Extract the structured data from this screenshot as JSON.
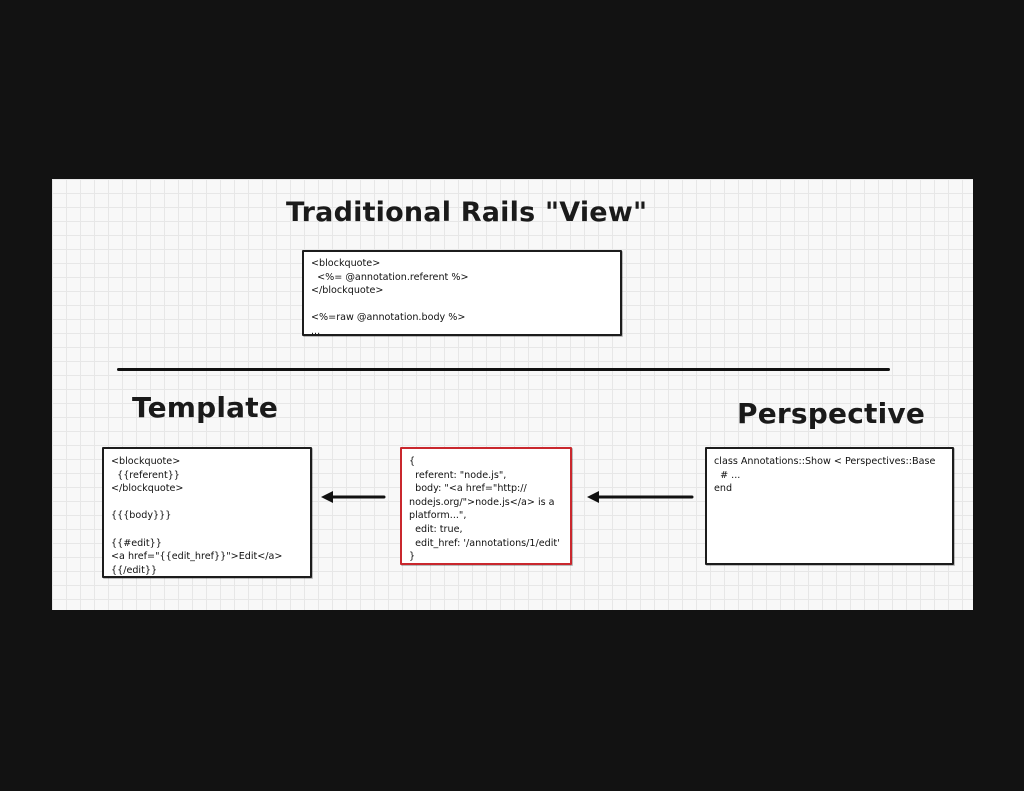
{
  "diagram": {
    "top_title": "Traditional Rails \"View\"",
    "view_code": "<blockquote>\n  <%= @annotation.referent %>\n</blockquote>\n\n<%=raw @annotation.body %>\n...",
    "template": {
      "title": "Template",
      "code": "<blockquote>\n  {{referent}}\n</blockquote>\n\n{{{body}}}\n\n{{#edit}}\n<a href=\"{{edit_href}}\">Edit</a>\n{{/edit}}"
    },
    "data": {
      "code": "{\n  referent: \"node.js\",\n  body: \"<a href=\"http://\nnodejs.org/\">node.js</a> is a\nplatform...\",\n  edit: true,\n  edit_href: '/annotations/1/edit'\n}"
    },
    "perspective": {
      "title": "Perspective",
      "code": "class Annotations::Show < Perspectives::Base\n  # ...\nend"
    }
  },
  "colors": {
    "background": "#121212",
    "board": "#f8f8f8",
    "ink": "#1c1c1c",
    "highlight": "#c9272d"
  }
}
